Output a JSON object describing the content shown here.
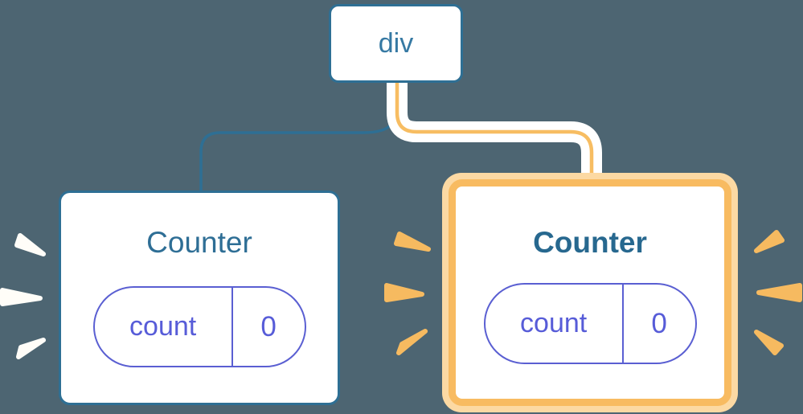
{
  "diagram": {
    "root_node": {
      "label": "div"
    },
    "children": [
      {
        "name": "left-counter",
        "title": "Counter",
        "highlighted": false,
        "state": {
          "key": "count",
          "value": "0"
        }
      },
      {
        "name": "right-counter",
        "title": "Counter",
        "highlighted": true,
        "state": {
          "key": "count",
          "value": "0"
        }
      }
    ]
  },
  "palette": {
    "bg": "#4d6572",
    "card_bg": "#ffffff",
    "border_blue": "#2e6f94",
    "text_blue": "#3679a3",
    "title_blue": "#2e6e95",
    "title_blue_bold": "#27688f",
    "purple": "#5a5fd2",
    "purple_text": "#575cd8",
    "ring_light": "#fcd9a3",
    "ring_dark": "#f8bb61",
    "line_orange": "#f7bd62",
    "spark_orange": "#f6ba60",
    "spark_white": "#fffdf8"
  }
}
